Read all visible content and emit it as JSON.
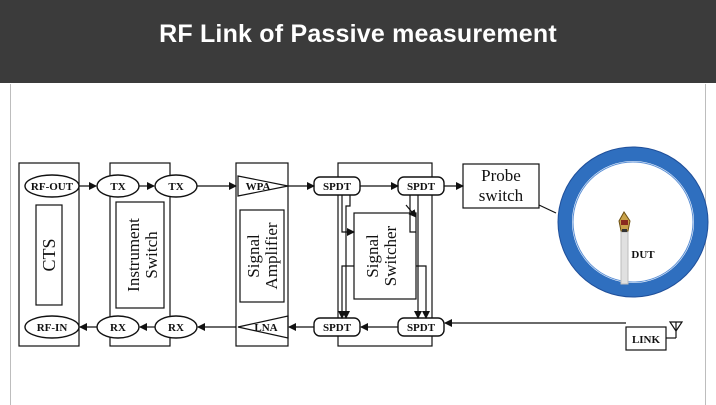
{
  "header": {
    "title": "RF Link of Passive measurement"
  },
  "diagram": {
    "cts": {
      "label": "CTS",
      "port_out": "RF-OUT",
      "port_in": "RF-IN"
    },
    "instrument_switch": {
      "label_line1": "Instrument",
      "label_line2": "Switch",
      "tx_left": "TX",
      "tx_right": "TX",
      "rx_left": "RX",
      "rx_right": "RX"
    },
    "signal_amplifier": {
      "label_line1": "Signal",
      "label_line2": "Amplifier",
      "wpa": "WPA",
      "lna": "LNA"
    },
    "signal_switcher": {
      "label_line1": "Signal",
      "label_line2": "Switcher",
      "spdt_tl": "SPDT",
      "spdt_tr": "SPDT",
      "spdt_bl": "SPDT",
      "spdt_br": "SPDT"
    },
    "probe_switch": {
      "label_line1": "Probe",
      "label_line2": "switch"
    },
    "chamber": {
      "dut": "DUT",
      "ring_color": "#2f6fbf"
    },
    "link": {
      "label": "LINK"
    }
  }
}
